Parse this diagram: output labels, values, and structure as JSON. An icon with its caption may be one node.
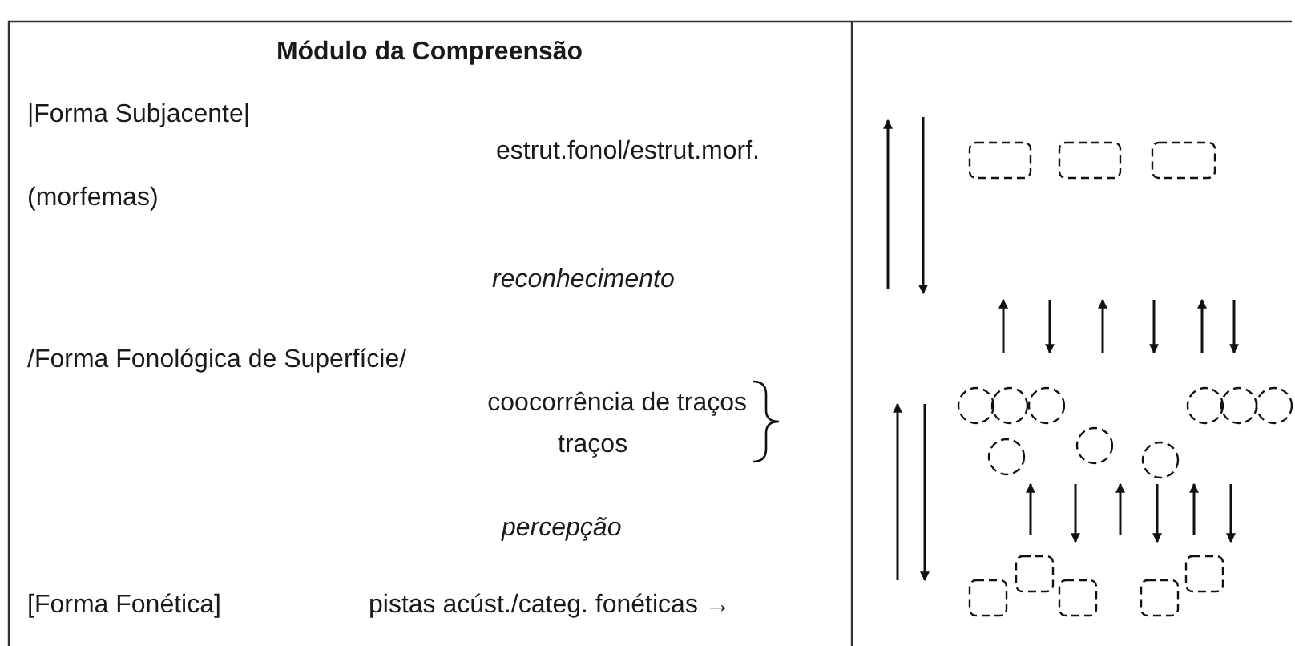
{
  "diagram": {
    "title": "Módulo da Compreensão",
    "labels": [
      "|Forma Subjacente|",
      "estrut.fonol/estrut.morf.",
      "(morfemas)",
      "reconhecimento",
      "/Forma Fonológica de Superfície/",
      "coocorrência de traços",
      "traços",
      "percepção",
      "[Forma Fonética]",
      "pistas acúst./categ. fonéticas →"
    ]
  }
}
